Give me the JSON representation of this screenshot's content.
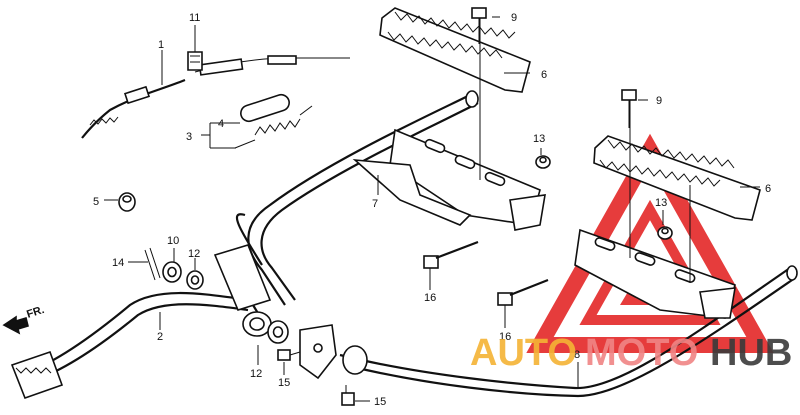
{
  "callouts": {
    "c1": "1",
    "c2": "2",
    "c3": "3",
    "c4": "4",
    "c5": "5",
    "c6a": "6",
    "c6b": "6",
    "c7": "7",
    "c8": "8",
    "c9a": "9",
    "c9b": "9",
    "c10": "10",
    "c11": "11",
    "c12a": "12",
    "c12b": "12",
    "c13a": "13",
    "c13b": "13",
    "c14": "14",
    "c15a": "15",
    "c15b": "15",
    "c16a": "16",
    "c16b": "16"
  },
  "front_marker": {
    "label": "FR."
  },
  "watermark": {
    "word_a": "AUTO",
    "word_b": "MOTO",
    "word_c": "HUB",
    "color_a": "#f5b335",
    "color_b": "#f08585",
    "color_c": "#3a3a3a",
    "triangle_color": "#e21b1b"
  }
}
